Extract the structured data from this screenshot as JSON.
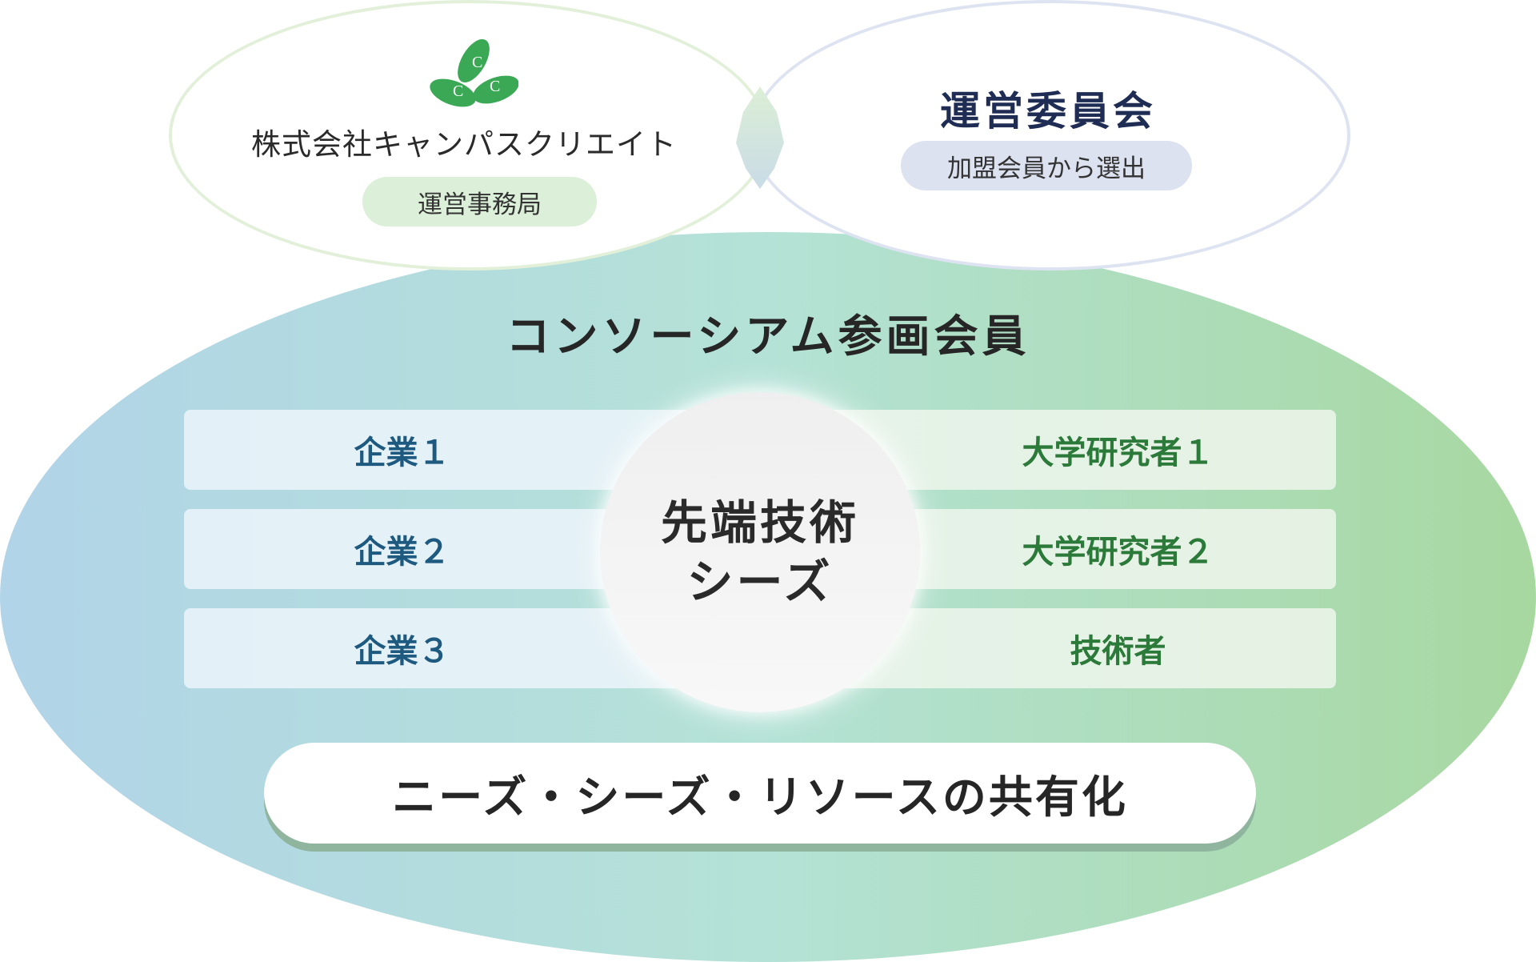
{
  "secretariat": {
    "company": "株式会社キャンパスクリエイト",
    "role": "運営事務局"
  },
  "committee": {
    "title": "運営委員会",
    "note": "加盟会員から選出"
  },
  "consortium": {
    "title": "コンソーシアム参画会員",
    "companies": [
      "企業１",
      "企業２",
      "企業３"
    ],
    "researchers": [
      "大学研究者１",
      "大学研究者２",
      "技術者"
    ],
    "seeds": [
      "先端技術",
      "シーズ"
    ],
    "sharing": "ニーズ・シーズ・リソースの共有化"
  },
  "colors": {
    "company_text": "#1e5a80",
    "researcher_text": "#2c7a3a",
    "logo_green": "#3aa855"
  },
  "logo": {
    "letters": [
      "C",
      "C",
      "C"
    ]
  }
}
